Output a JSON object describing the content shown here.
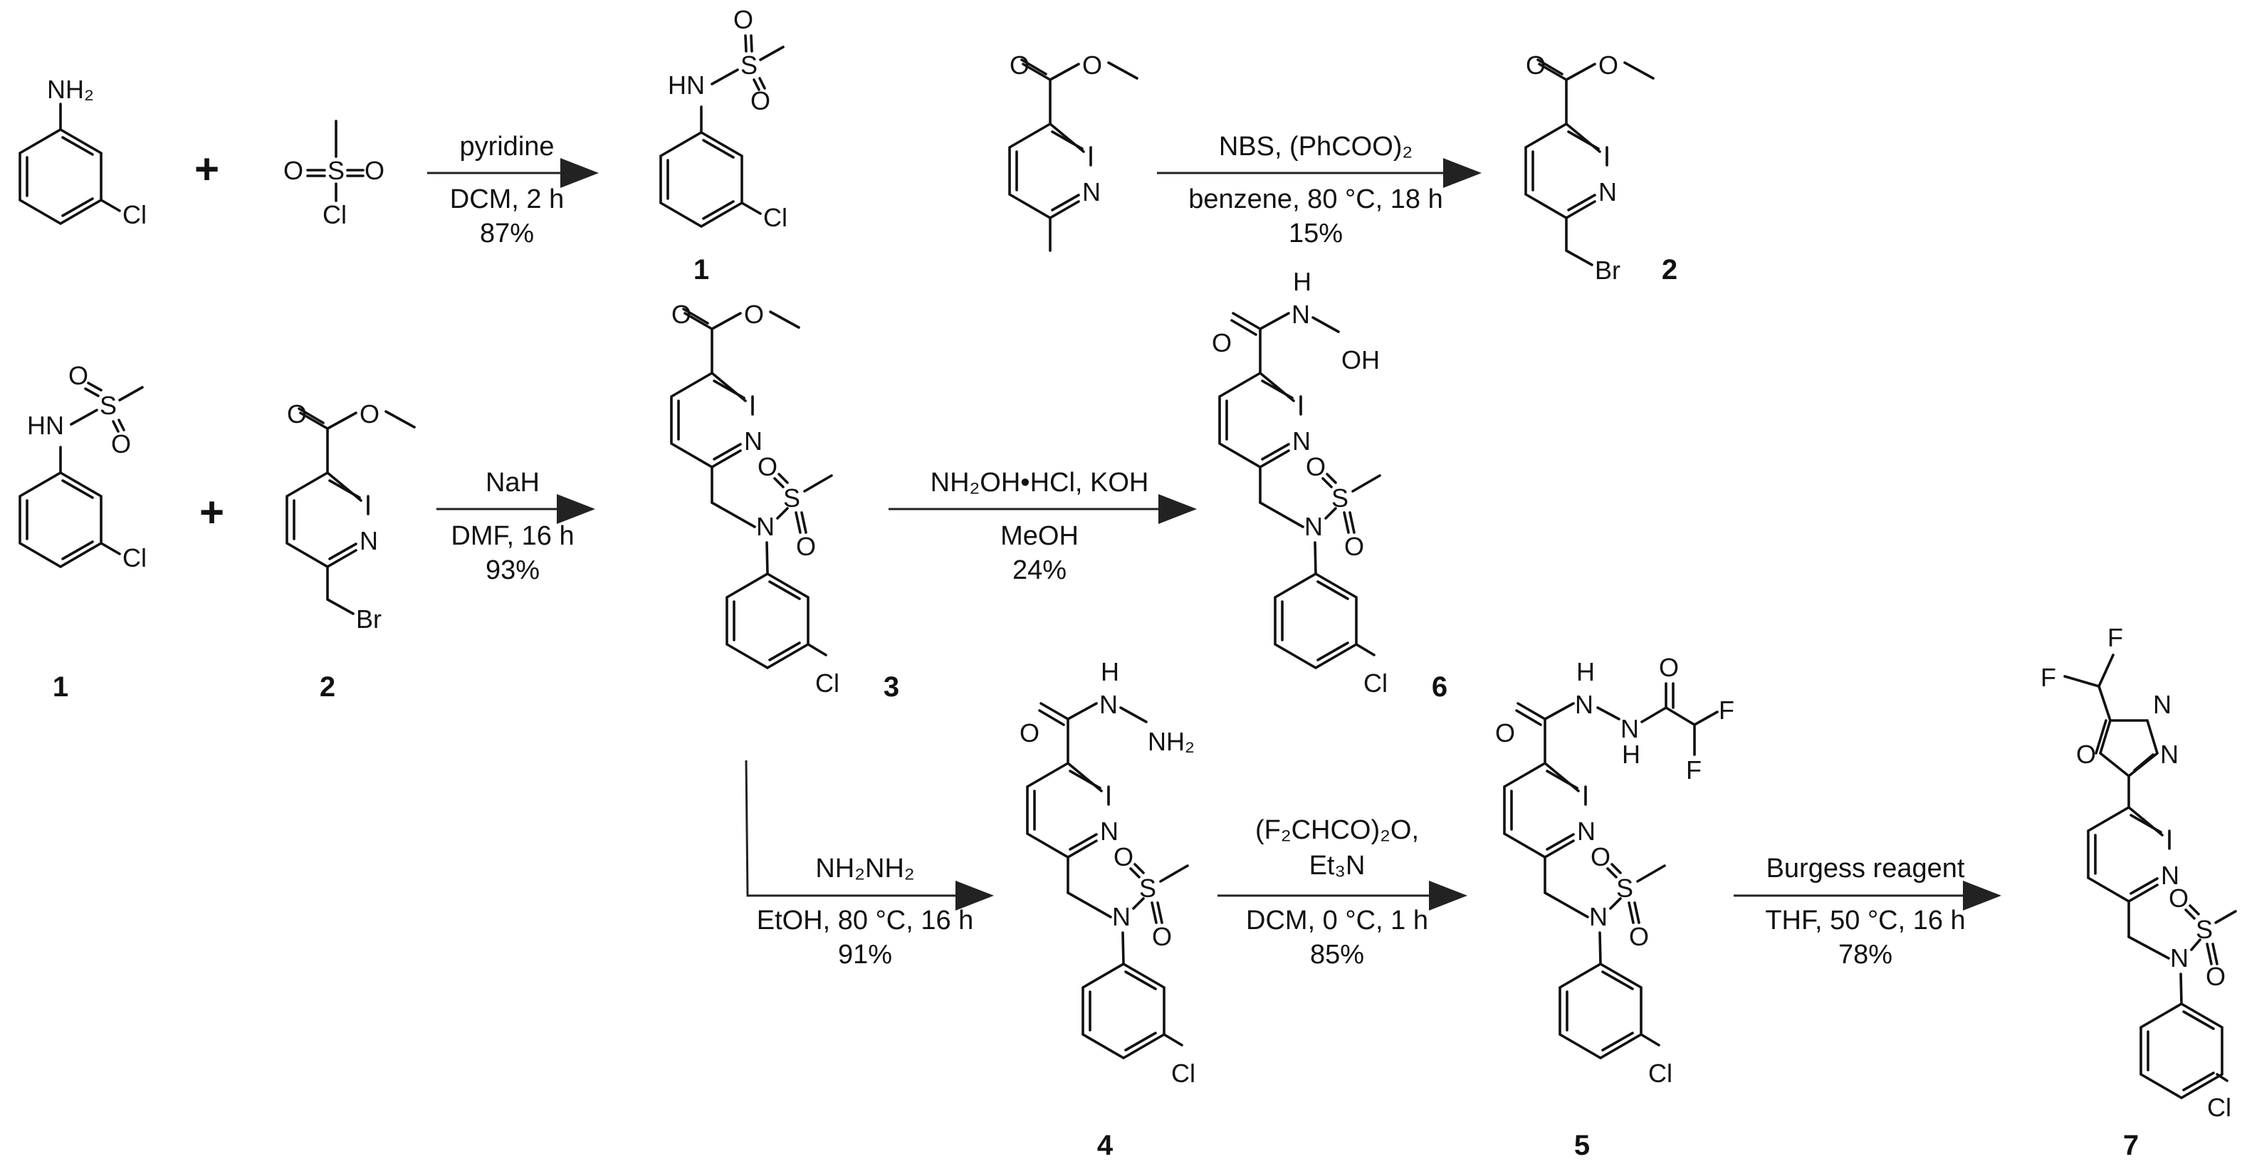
{
  "colors": {
    "ink": "#111111",
    "background": "#ffffff"
  },
  "atoms": {
    "NH2": "NH₂",
    "HN": "HN",
    "N": "N",
    "S": "S",
    "O": "O",
    "Cl": "Cl",
    "Br": "Br",
    "F": "F",
    "H": "H",
    "OH": "OH",
    "NH2_hyd": "NH₂"
  },
  "symbols": {
    "plus": "+"
  },
  "compounds": {
    "c1": "1",
    "c2": "2",
    "c3": "3",
    "c4": "4",
    "c5": "5",
    "c6": "6",
    "c7": "7"
  },
  "reactions": {
    "r1": {
      "above": "pyridine",
      "below": "DCM, 2 h",
      "yield": "87%"
    },
    "r2": {
      "above": "NBS, (PhCOO)₂",
      "below": "benzene, 80 °C, 18 h",
      "yield": "15%"
    },
    "r3": {
      "above": "NaH",
      "below": "DMF, 16 h",
      "yield": "93%"
    },
    "r4": {
      "above": "NH₂OH•HCl, KOH",
      "below": "MeOH",
      "yield": "24%"
    },
    "r5": {
      "above": "NH₂NH₂",
      "below": "EtOH, 80 °C, 16 h",
      "yield": "91%"
    },
    "r6": {
      "above_1": "(F₂CHCO)₂O,",
      "above_2": "Et₃N",
      "below": "DCM, 0 °C, 1 h",
      "yield": "85%"
    },
    "r7": {
      "above": "Burgess reagent",
      "below": "THF, 50 °C, 16 h",
      "yield": "78%"
    }
  }
}
